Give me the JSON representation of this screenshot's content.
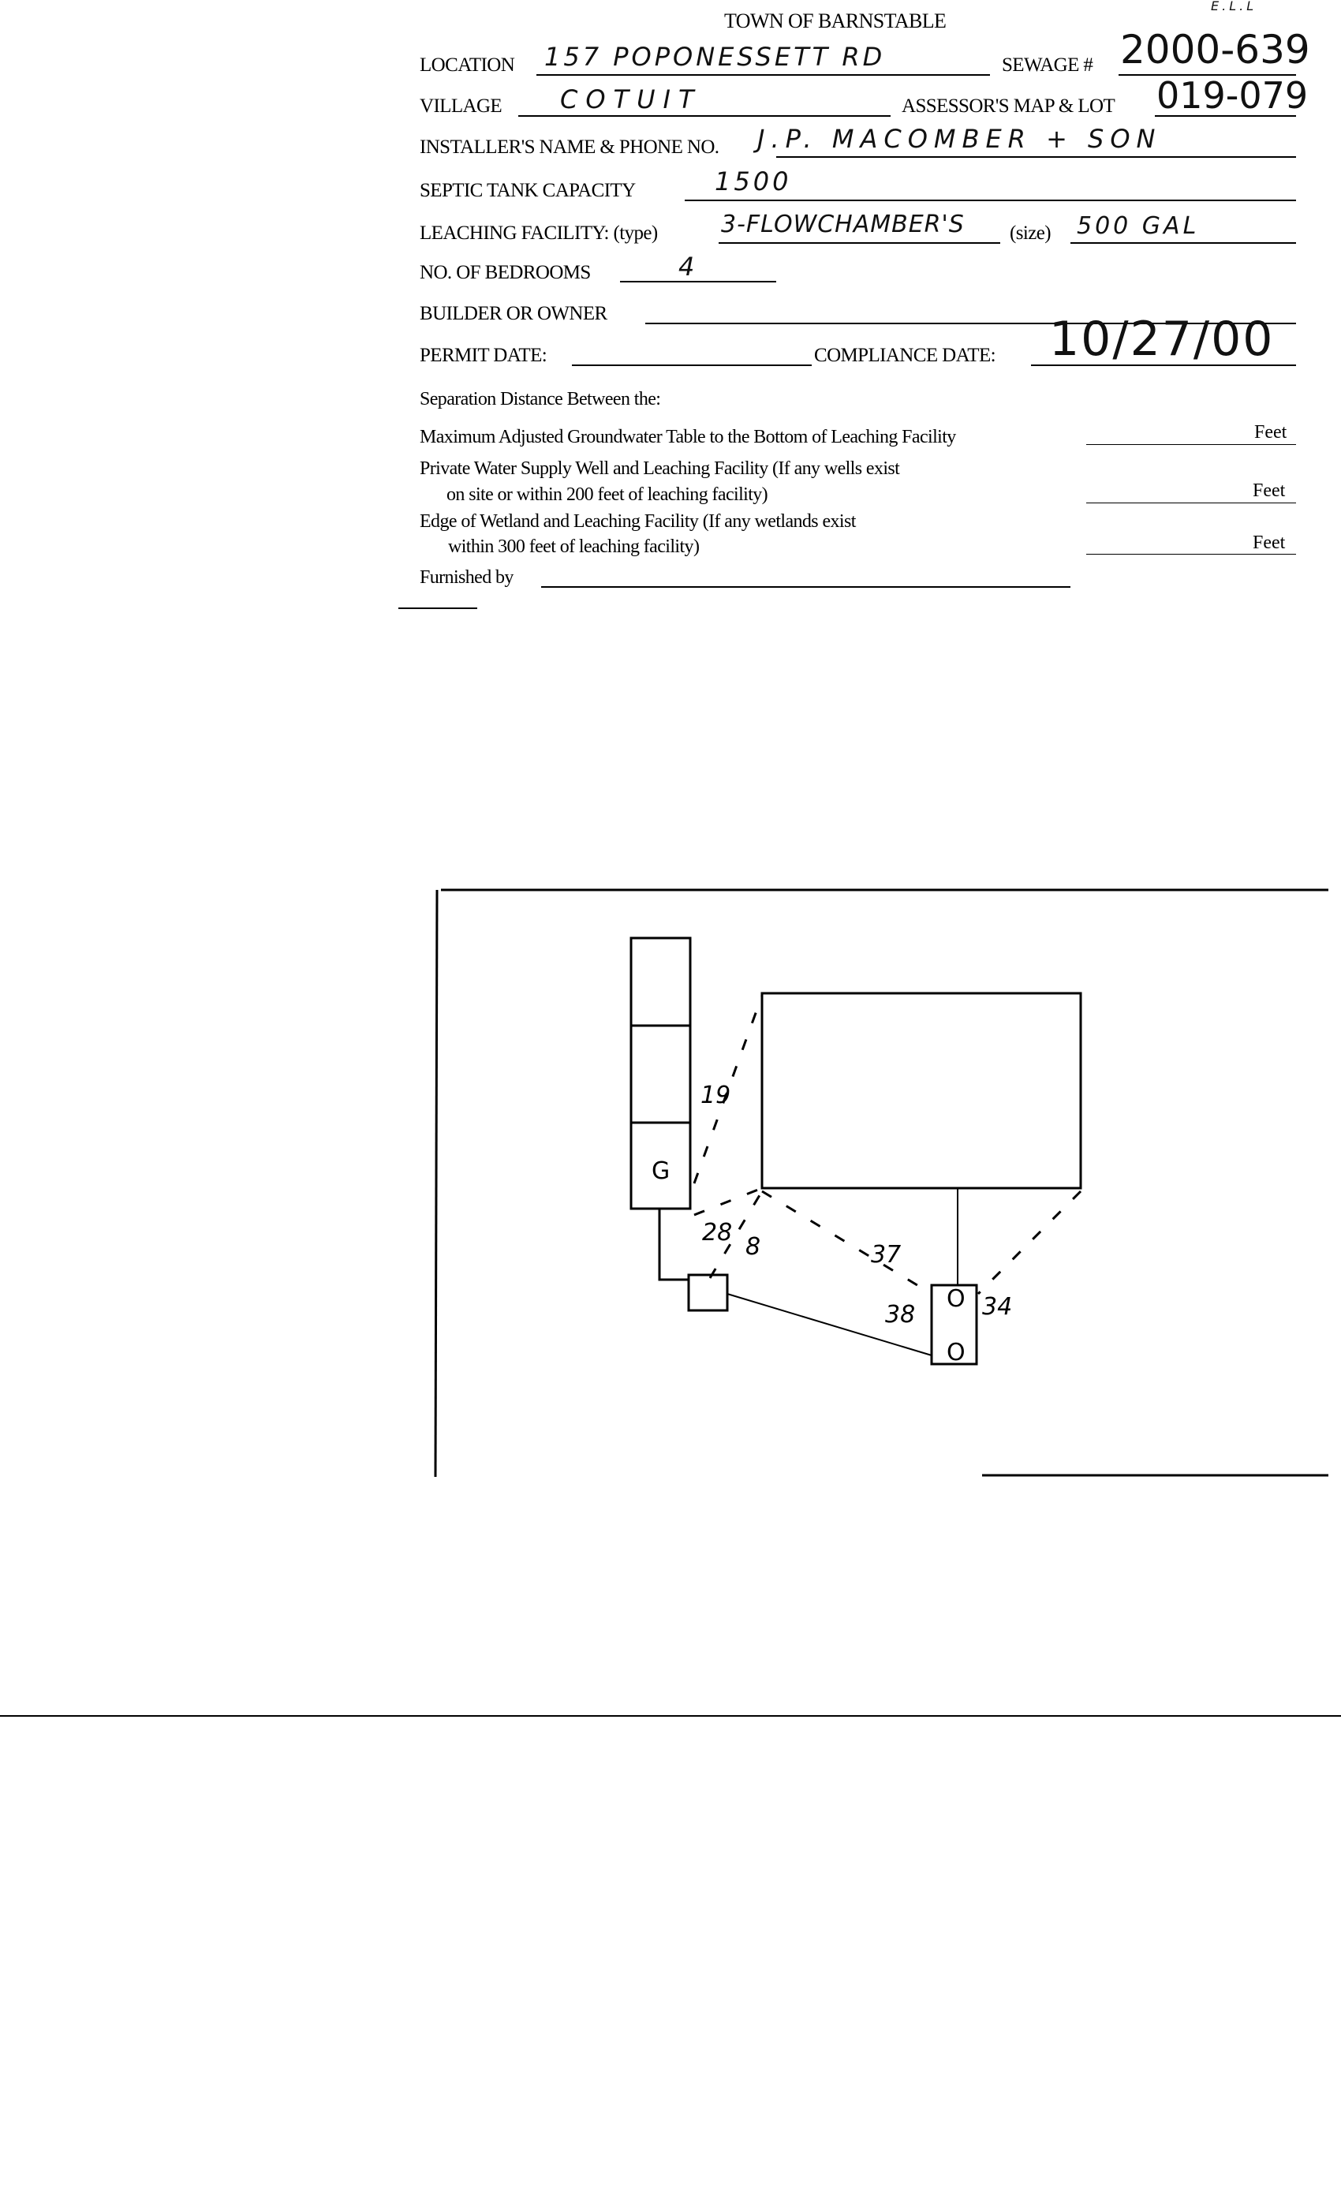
{
  "form": {
    "title": "TOWN OF BARNSTABLE",
    "corner_mark": "E.L.L",
    "location_label": "LOCATION",
    "location_value": "157 POPONESSETT RD",
    "sewage_label": "SEWAGE #",
    "sewage_value": "2000-639",
    "village_label": "VILLAGE",
    "village_value": "COTUIT",
    "map_lot_label": "ASSESSOR'S MAP & LOT",
    "map_lot_value": "019-079",
    "installer_label": "INSTALLER'S NAME & PHONE NO.",
    "installer_value": "J.P. MACOMBER + SON",
    "tank_label": "SEPTIC TANK CAPACITY",
    "tank_value": "1500",
    "leaching_label": "LEACHING FACILITY: (type)",
    "leaching_type_value": "3-FLOWCHAMBER'S",
    "size_label": "(size)",
    "size_value": "500 GAL",
    "bedrooms_label": "NO. OF BEDROOMS",
    "bedrooms_value": "4",
    "builder_label": "BUILDER OR OWNER",
    "builder_value": "",
    "permit_label": "PERMIT DATE:",
    "permit_value": "",
    "compliance_label": "COMPLIANCE  DATE:",
    "compliance_value": "10/27/00"
  },
  "separation": {
    "heading": "Separation Distance Between the:",
    "groundwater": "Maximum Adjusted Groundwater Table to the Bottom of Leaching Facility",
    "well_line1": "Private Water Supply Well and Leaching Facility  (If any wells exist",
    "well_line2": "on site or within 200 feet of leaching facility)",
    "wetland_line1": "Edge of Wetland and Leaching Facility (If any wetlands exist",
    "wetland_line2": "within 300 feet of leaching facility)",
    "unit": "Feet",
    "furnished_label": "Furnished by"
  },
  "sketch": {
    "distances": [
      "19",
      "28",
      "8",
      "37",
      "38",
      "34"
    ],
    "markers": [
      "G",
      "O",
      "O"
    ]
  }
}
